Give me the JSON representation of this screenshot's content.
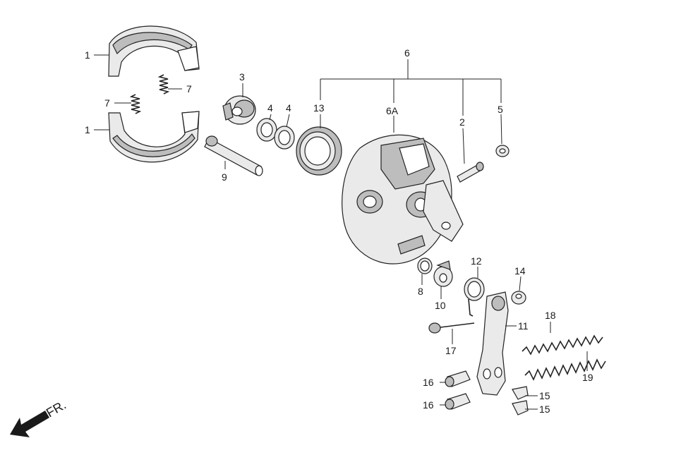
{
  "labels": {
    "l1a": "1",
    "l1b": "1",
    "l2": "2",
    "l3": "3",
    "l4a": "4",
    "l4b": "4",
    "l5": "5",
    "l6": "6",
    "l6a": "6A",
    "l7a": "7",
    "l7b": "7",
    "l8": "8",
    "l9": "9",
    "l10": "10",
    "l11": "11",
    "l12": "12",
    "l13": "13",
    "l14": "14",
    "l15a": "15",
    "l15b": "15",
    "l16a": "16",
    "l16b": "16",
    "l17": "17",
    "l18": "18",
    "l19": "19"
  },
  "direction": {
    "text": "FR."
  },
  "colors": {
    "line": "#222222",
    "fill_light": "#eaeaea",
    "fill_dark": "#bdbdbd"
  }
}
